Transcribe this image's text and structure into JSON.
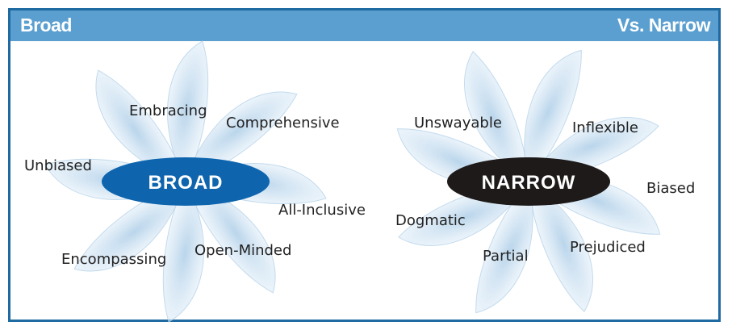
{
  "header": {
    "left_title": "Broad",
    "right_title": "Vs. Narrow"
  },
  "broad": {
    "label": "BROAD",
    "color": "#0e65ae",
    "words": {
      "embracing": "Embracing",
      "comprehensive": "Comprehensive",
      "unbiased": "Unbiased",
      "all_inclusive": "All-Inclusive",
      "encompassing": "Encompassing",
      "open_minded": "Open-Minded"
    }
  },
  "narrow": {
    "label": "NARROW",
    "color": "#1e1a19",
    "words": {
      "unswayable": "Unswayable",
      "inflexible": "Inflexible",
      "biased": "Biased",
      "dogmatic": "Dogmatic",
      "prejudiced": "Prejudiced",
      "partial": "Partial"
    }
  },
  "colors": {
    "frame": "#1f6aa0",
    "header": "#5b9fd0",
    "swirl": "#c9dff0"
  }
}
